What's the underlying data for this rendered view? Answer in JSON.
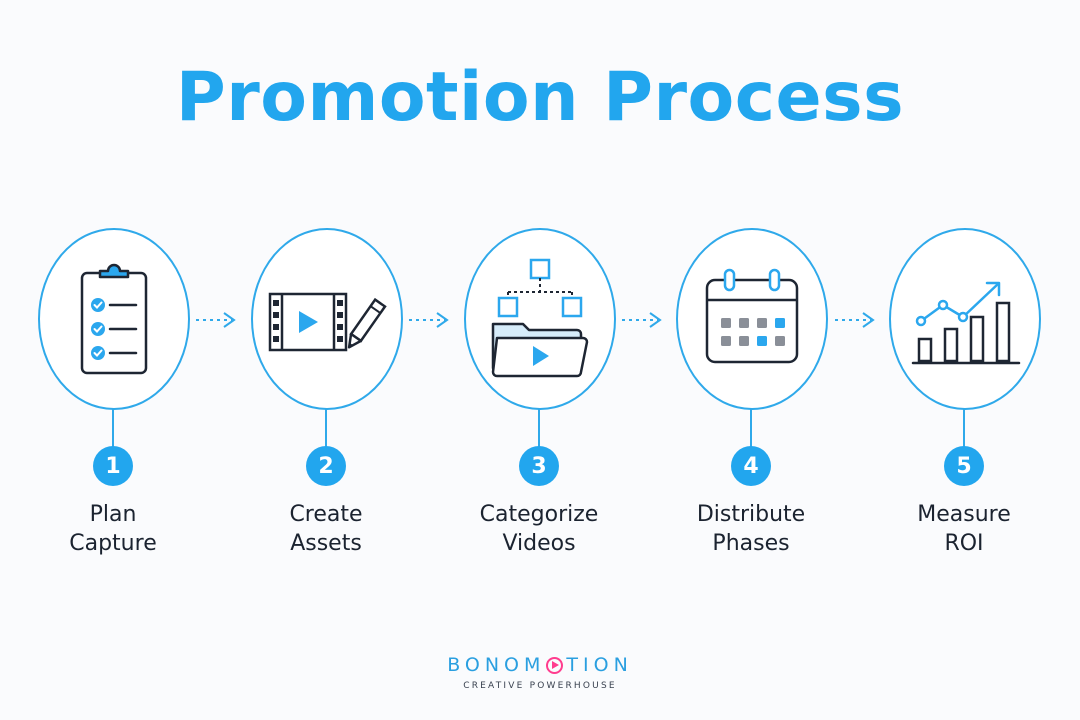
{
  "title": "Promotion Process",
  "colors": {
    "accent": "#22a6ee",
    "text": "#1b2330",
    "brand_pink": "#ff3c8e"
  },
  "steps": [
    {
      "number": "1",
      "line1": "Plan",
      "line2": "Capture",
      "icon": "clipboard-checklist-icon"
    },
    {
      "number": "2",
      "line1": "Create",
      "line2": "Assets",
      "icon": "film-strip-pencil-icon"
    },
    {
      "number": "3",
      "line1": "Categorize",
      "line2": "Videos",
      "icon": "folder-hierarchy-icon"
    },
    {
      "number": "4",
      "line1": "Distribute",
      "line2": "Phases",
      "icon": "calendar-icon"
    },
    {
      "number": "5",
      "line1": "Measure",
      "line2": "ROI",
      "icon": "growth-chart-icon"
    }
  ],
  "brand": {
    "name_part1": "BONOM",
    "name_part2": "TION",
    "tagline": "CREATIVE POWERHOUSE"
  }
}
